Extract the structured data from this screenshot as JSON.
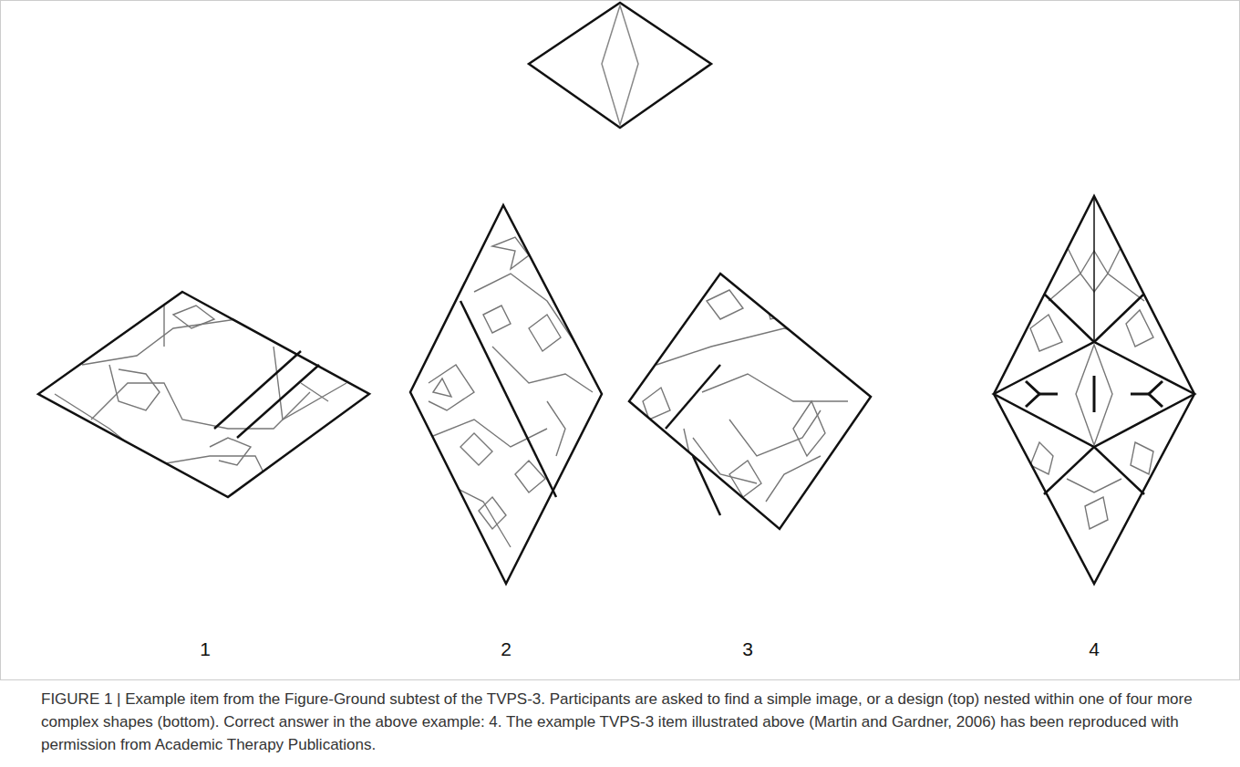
{
  "diagram": {
    "caption": "FIGURE 1 | Example item from the Figure-Ground subtest of the TVPS-3. Participants are asked to find a simple image, or a design (top) nested within one of four more complex shapes (bottom). Correct answer in the above example: 4. The example TVPS-3 item illustrated above (Martin and Gardner, 2006) has been reproduced with permission from Academic Therapy Publications.",
    "labels": [
      "1",
      "2",
      "3",
      "4"
    ]
  }
}
